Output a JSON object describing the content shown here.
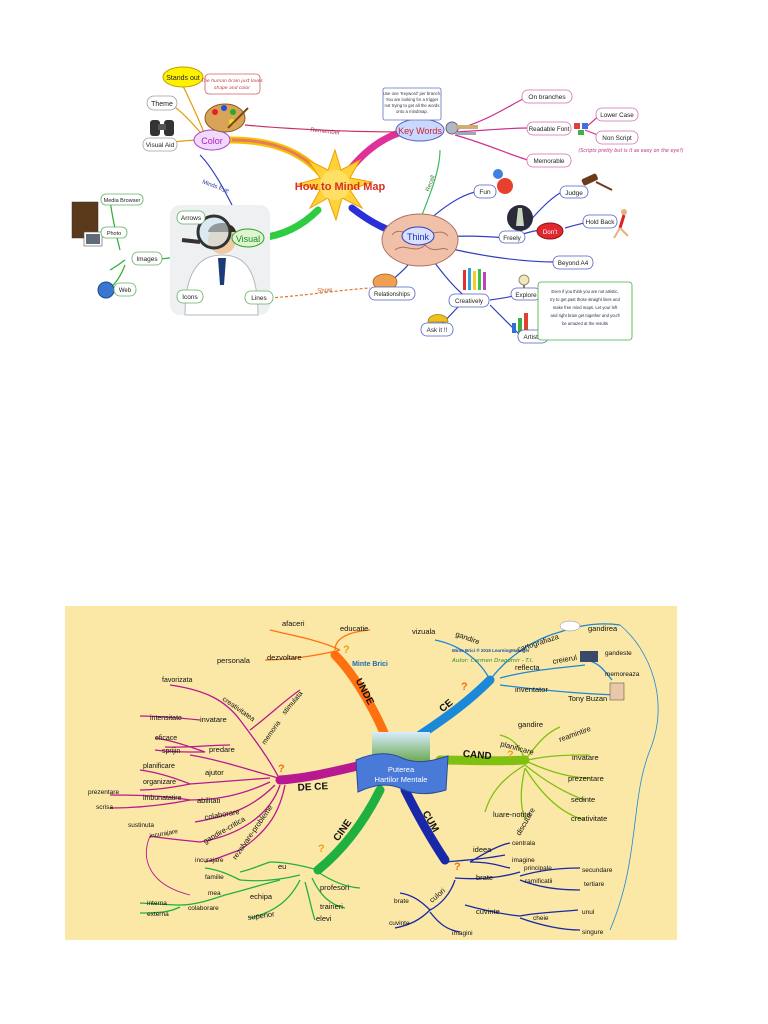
{
  "map1": {
    "center": "How to Mind Map",
    "branches": {
      "color": "Color",
      "key_words": "Key Words",
      "visual": "Visual",
      "think": "Think"
    },
    "nodes": {
      "stands_out": "Stands out",
      "theme": "Theme",
      "visual_aid": "Visual Aid",
      "color_note_1": "The human brain just loves",
      "color_note_2": "shape and color",
      "remember": "Remember",
      "minds_eye": "Minds Eye",
      "recall": "Recall",
      "show": "Show",
      "kw_note": [
        "Use one 'Keyword' per branch.",
        "You are looking for a trigger",
        "not trying to get all the words",
        "onto a mindmap."
      ],
      "on_branches": "On branches",
      "lower_case": "Lower Case",
      "readable_font": "Readable Font",
      "non_script": "Non Script",
      "memorable": "Memorable",
      "script_note": "(Scripts pretty but is it as easy on the eye?)",
      "arrows": "Arrows",
      "media_browser": "Media Browser",
      "photo": "Photo",
      "images": "Images",
      "web": "Web",
      "icons": "Icons",
      "lines": "Lines",
      "fun": "Fun",
      "judge": "Judge",
      "freely": "Freely",
      "dont": "Don't",
      "hold_back": "Hold Back",
      "beyond_a4": "Beyond A4",
      "relationships": "Relationships",
      "explore": "Explore",
      "creatively": "Creatively",
      "artistic": "Artistic",
      "ask_it": "Ask it !!",
      "creative_note": [
        "Even if you think you are not artistic,",
        "try to get past those straight lines and",
        "make free mind maps. Let your left",
        "and right brain get together and you'll",
        "be amazed at the results"
      ]
    }
  },
  "map2": {
    "center_1": "Puterea",
    "center_2": "Hartilor Mentale",
    "logo": "Minte Brici",
    "author_1": "Minte Brici ® 2015 LearningManager",
    "author_2": "Autor: Carmen Dragomir - T.I.",
    "branches": {
      "unde": "UNDE",
      "ce": "CE",
      "cand": "CAND",
      "cum": "CUM",
      "cine": "CINE",
      "de_ce": "DE CE"
    },
    "unde": [
      "educatie",
      "afaceri",
      "dezvoltare",
      "personala"
    ],
    "ce": [
      "gandire",
      "vizuala",
      "cartografiaza",
      "gandirea",
      "reflecta",
      "creierul",
      "gandeste",
      "memoreaza",
      "inventator",
      "Tony Buzan"
    ],
    "cand": [
      "gandire",
      "reamintire",
      "planificare",
      "invatare",
      "prezentare",
      "sedinte",
      "luare-notite",
      "creativitate",
      "discutare"
    ],
    "cum": [
      "ideea",
      "centrala",
      "imagine",
      "principale",
      "ramificatii",
      "secundare",
      "tertiare",
      "brate",
      "culori",
      "cuvinte",
      "cheie",
      "unul",
      "singure",
      "brate",
      "cuvinte",
      "imagini"
    ],
    "cine": [
      "eu",
      "familie",
      "echipa",
      "mea",
      "colaborare",
      "interna",
      "externa",
      "superior",
      "profesori",
      "traineri",
      "elevi"
    ],
    "de_ce": [
      "favorizata",
      "creativitatea",
      "memoria",
      "stimulata",
      "intensitate",
      "invatare",
      "eficace",
      "sprijin",
      "predare",
      "planificare",
      "ajutor",
      "organizare",
      "imbunatatire",
      "abilitati",
      "prezentare",
      "scrisa",
      "colaborare",
      "sustinuta",
      "gandire-critica",
      "rezolvare-probleme",
      "incurajare",
      "incurajare"
    ]
  }
}
